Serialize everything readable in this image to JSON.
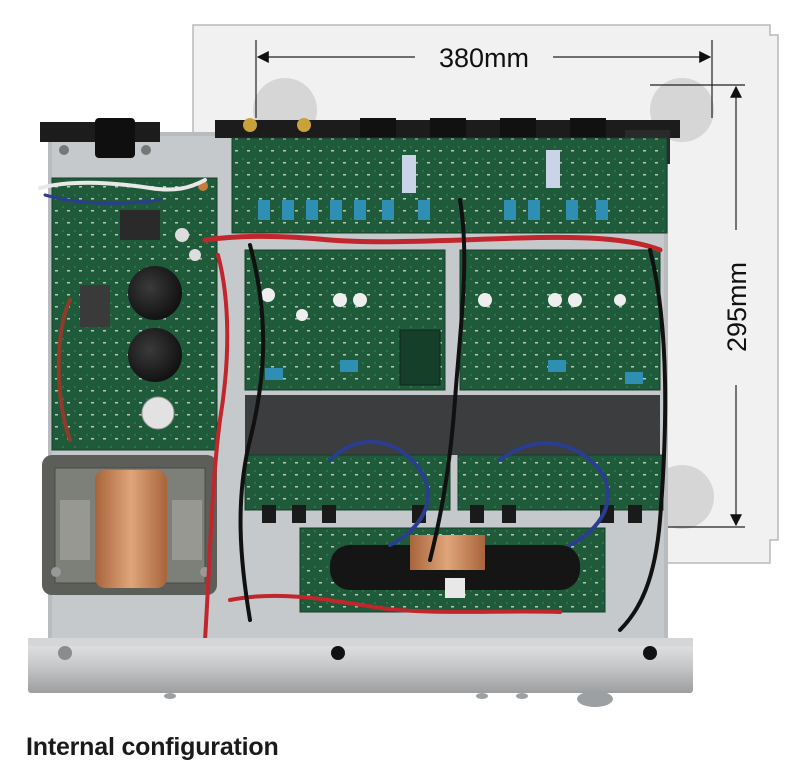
{
  "figure": {
    "width_label": "380mm",
    "depth_label": "295mm",
    "caption": "Internal configuration"
  },
  "colors": {
    "chassis_silver": "#c9cbcd",
    "pcb_green": "#1f5a3a",
    "copper": "#c98a5c",
    "wire_red": "#c0262b",
    "wire_blue": "#2a3d8f",
    "outline_bg": "#f1f1f1"
  }
}
